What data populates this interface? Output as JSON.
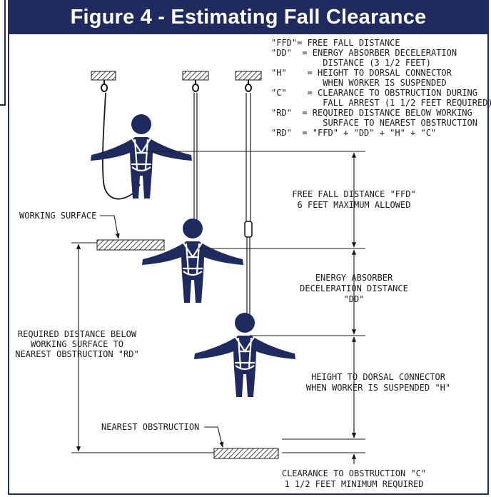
{
  "title": "Figure 4 - Estimating  Fall Clearance",
  "colors": {
    "title_bar": "#1f2a5e",
    "ink": "#1a1a1a",
    "background": "#ffffff"
  },
  "legend": [
    "\"FFD\"= FREE FALL DISTANCE",
    "\"DD\"  = ENERGY ABSORBER DECELERATION",
    "          DISTANCE (3 1/2 FEET)",
    "\"H\"    = HEIGHT TO DORSAL CONNECTOR",
    "          WHEN WORKER IS SUSPENDED",
    "\"C\"    = CLEARANCE TO OBSTRUCTION DURING",
    "          FALL ARREST (1 1/2 FEET REQUIRED)",
    "\"RD\"  = REQUIRED DISTANCE BELOW WORKING",
    "          SURFACE TO NEAREST OBSTRUCTION",
    "\"RD\"  = \"FFD\" + \"DD\" + \"H\" + \"C\""
  ],
  "labels": {
    "ffd_line1": "FREE FALL DISTANCE \"FFD\"",
    "ffd_line2": "6 FEET MAXIMUM ALLOWED",
    "dd_line1": "ENERGY ABSORBER",
    "dd_line2": "DECELERATION DISTANCE",
    "dd_line3": "\"DD\"",
    "rd_line1": "REQUIRED DISTANCE BELOW",
    "rd_line2": "WORKING SURFACE TO",
    "rd_line3": "NEAREST OBSTRUCTION \"RD\"",
    "h_line1": "HEIGHT TO DORSAL CONNECTOR",
    "h_line2": "WHEN WORKER IS SUSPENDED \"H\"",
    "c_line1": "CLEARANCE TO OBSTRUCTION \"C\"",
    "c_line2": "1 1/2 FEET MINIMUM REQUIRED",
    "working_surface": "WORKING SURFACE",
    "nearest_obstruction": "NEAREST OBSTRUCTION"
  },
  "icons": [
    "anchor-hatch",
    "snap-hook",
    "lanyard",
    "harnessed-worker",
    "energy-absorber",
    "dimension-arrow"
  ]
}
